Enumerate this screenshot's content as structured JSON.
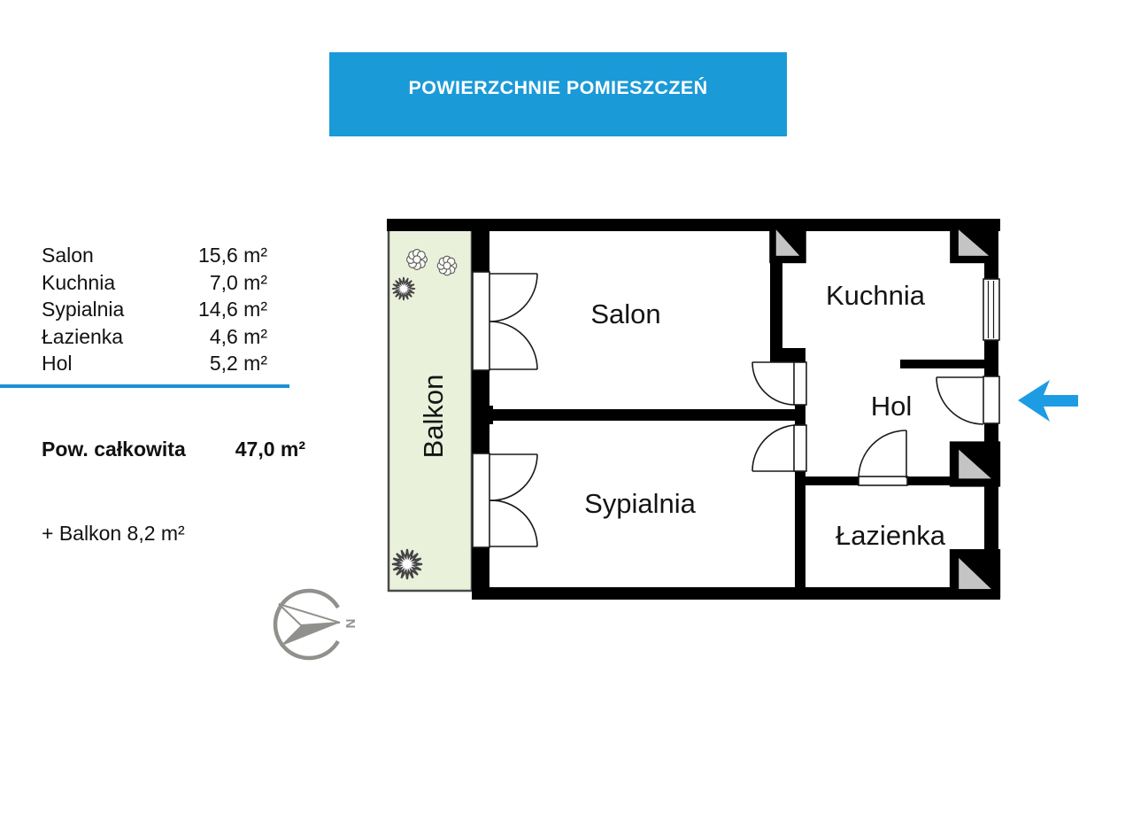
{
  "title": {
    "label": "POWIERZCHNIE POMIESZCZEŃ"
  },
  "legend": {
    "rows": [
      {
        "label": "Salon",
        "value": "15,6 m²"
      },
      {
        "label": "Kuchnia",
        "value": "7,0 m²"
      },
      {
        "label": "Sypialnia",
        "value": "14,6 m²"
      },
      {
        "label": "Łazienka",
        "value": "4,6 m²"
      },
      {
        "label": "Hol",
        "value": "5,2 m²"
      }
    ],
    "total_label": "Pow. całkowita",
    "total_value": "47,0 m²",
    "balcony_note": "+ Balkon 8,2 m²"
  },
  "floorplan": {
    "rooms": [
      {
        "name": "Salon"
      },
      {
        "name": "Kuchnia"
      },
      {
        "name": "Hol"
      },
      {
        "name": "Sypialnia"
      },
      {
        "name": "Łazienka"
      }
    ],
    "balcony_label": "Balkon",
    "compass_letter": "N"
  },
  "colors": {
    "accent_blue": "#1b9ad8",
    "divider_blue": "#1c90d4",
    "entrance_arrow_blue": "#1d9ce4",
    "balcony_green": "#e9f1db",
    "wall_black": "#000000",
    "pillar_gray": "#c4c4c4",
    "compass_gray": "#90908c"
  }
}
